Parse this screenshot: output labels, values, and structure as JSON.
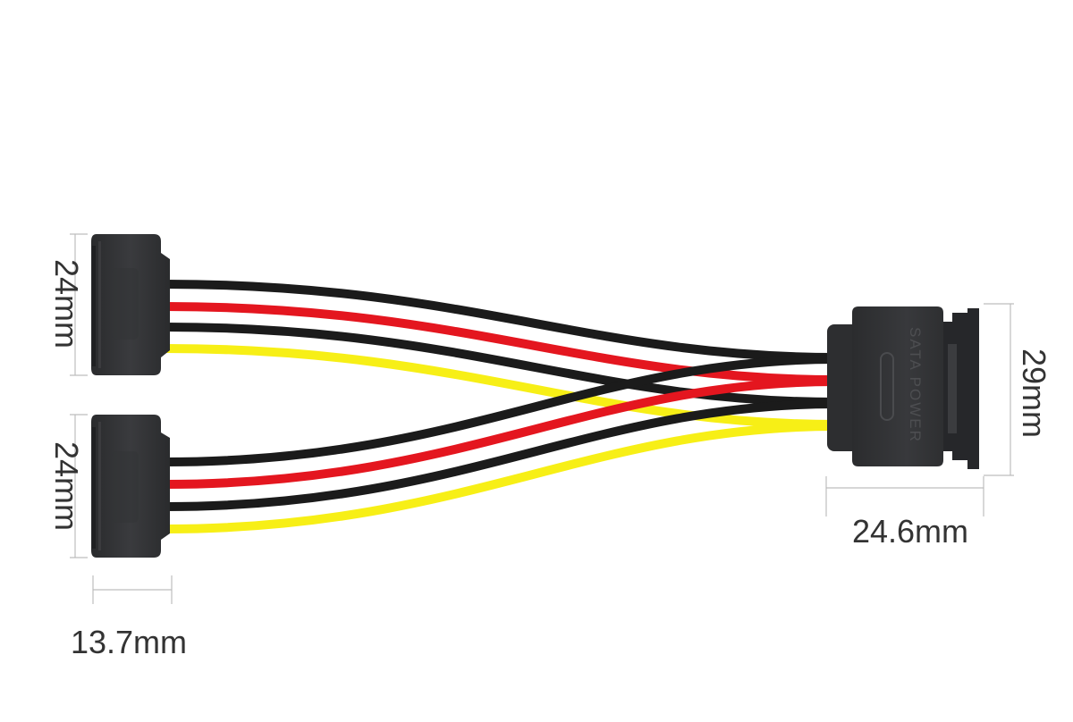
{
  "dimensions": {
    "top_connector_height": "24mm",
    "bottom_connector_height": "24mm",
    "connector_depth": "13.7mm",
    "main_connector_height": "29mm",
    "main_connector_width": "24.6mm"
  },
  "main_connector": {
    "embossed_label": "SATA POWER"
  },
  "colors": {
    "background": "#ffffff",
    "connector_body": "#303133",
    "wire_black": "#1b1b1b",
    "wire_red": "#e4161f",
    "wire_yellow": "#f7ef16",
    "dimension_text": "#333333",
    "dimension_line": "#bdbdbd"
  }
}
